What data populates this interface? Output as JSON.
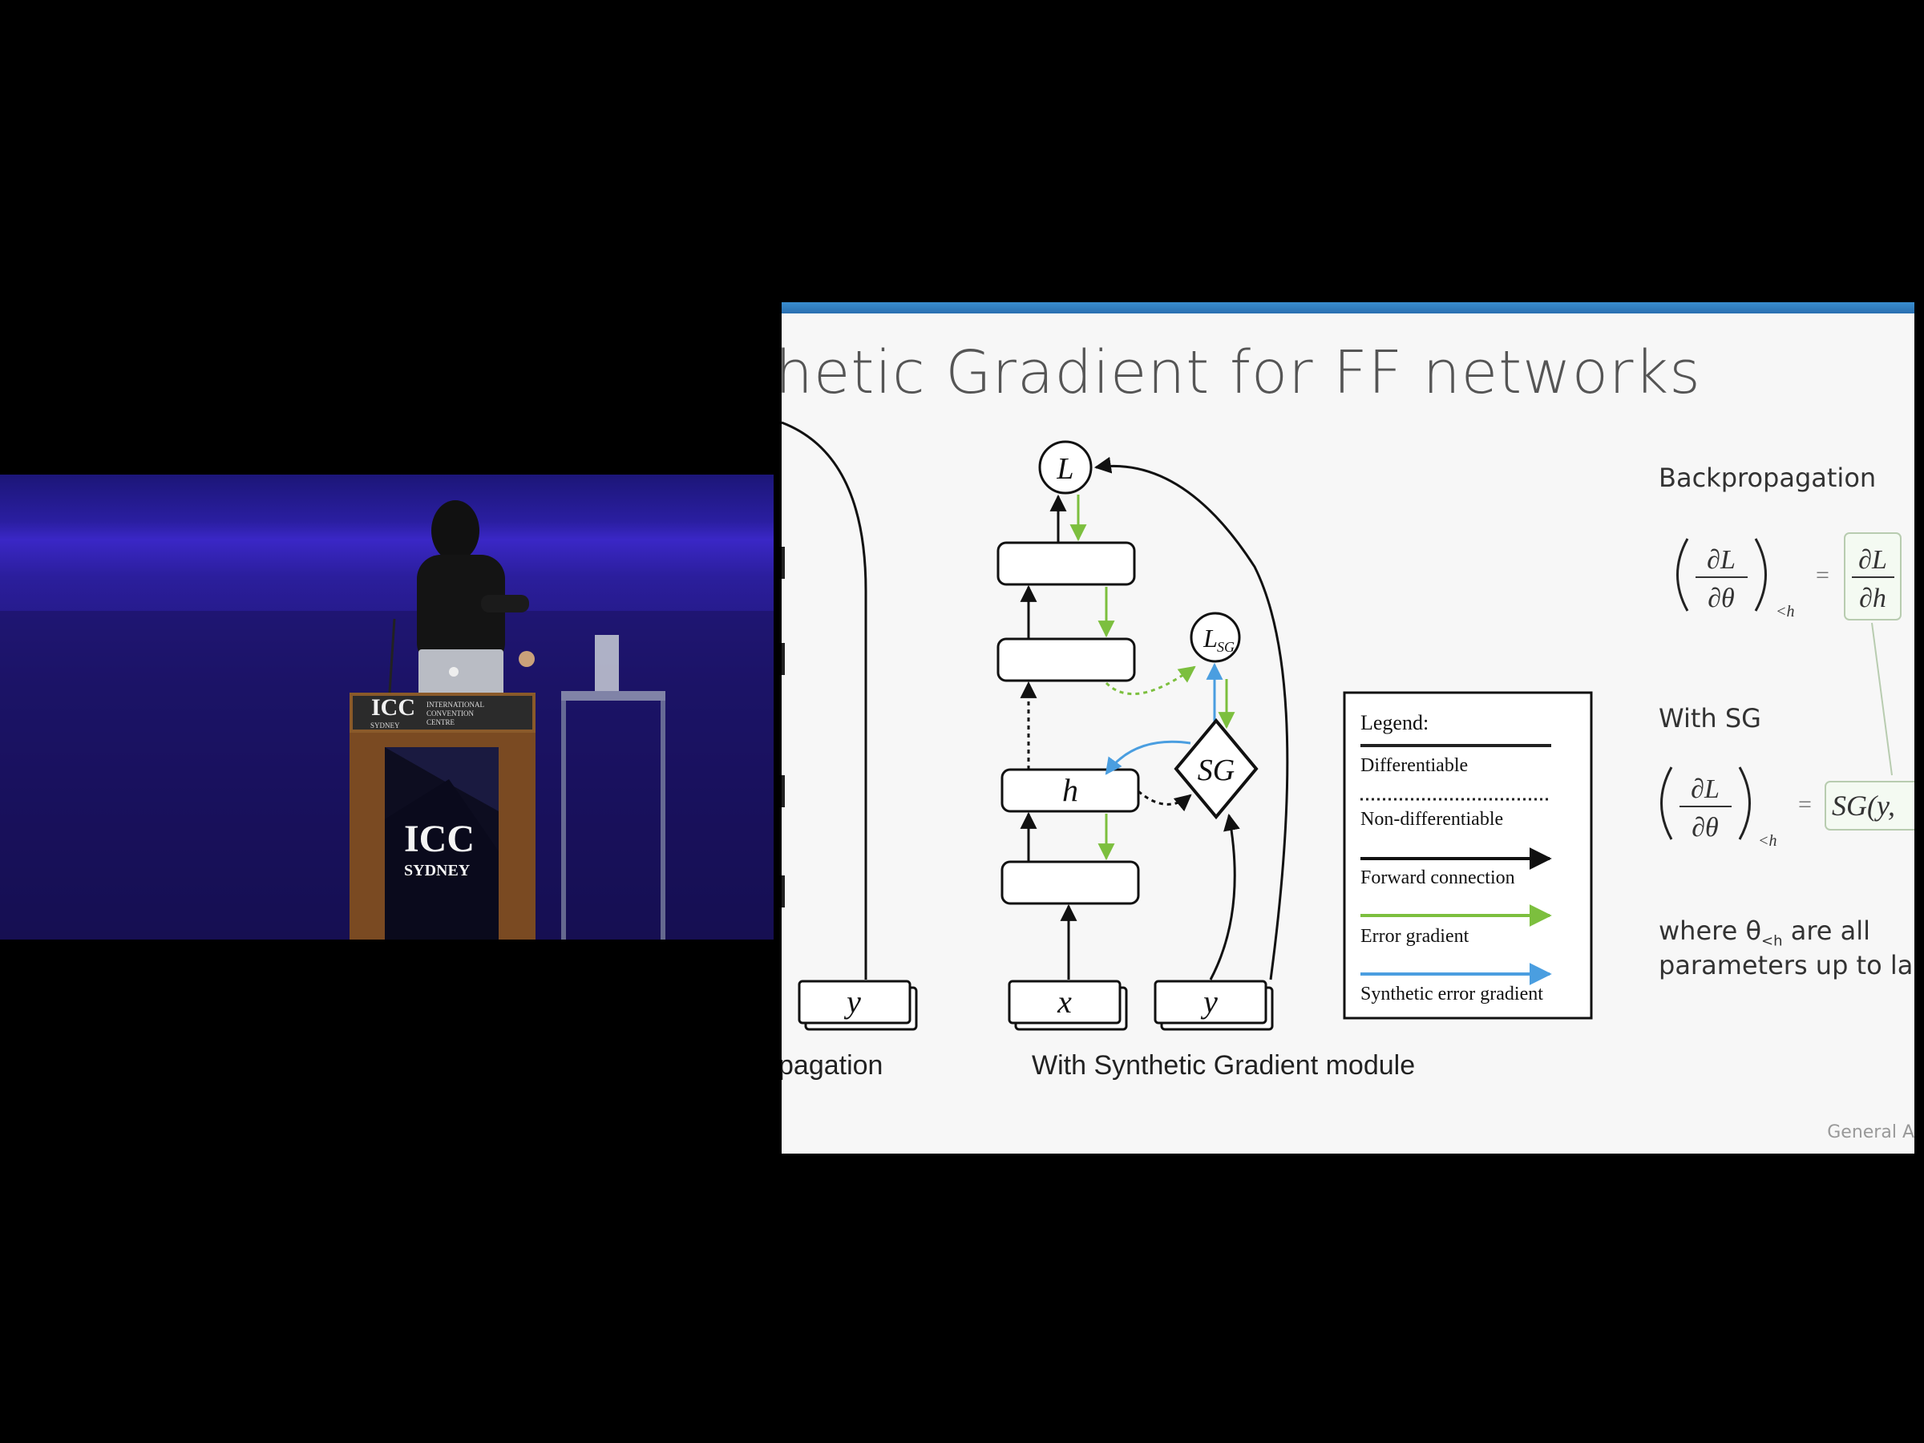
{
  "stage": {
    "lectern_logo": "ICC",
    "lectern_logo_city": "SYDNEY",
    "lectern_sign": [
      "INTERNATIONAL",
      "CONVENTION",
      "CENTRE"
    ],
    "lectern_screen_logo": "ICC",
    "lectern_screen_city": "SYDNEY"
  },
  "slide": {
    "title": "hetic Gradient for FF networks",
    "diagram": {
      "nodes": {
        "loss": "L",
        "hidden": "h",
        "input": "x",
        "label": "y",
        "left_label": "y",
        "sg_loss": "L",
        "sg_loss_sub": "SG",
        "sg_module": "SG"
      },
      "legend": {
        "title": "Legend:",
        "items": [
          {
            "label": "Differentiable",
            "style": "solid",
            "color": "#222222"
          },
          {
            "label": "Non-differentiable",
            "style": "dotted",
            "color": "#222222"
          },
          {
            "label": "Forward connection",
            "style": "arrow",
            "color": "#000000"
          },
          {
            "label": "Error gradient",
            "style": "arrow",
            "color": "#7cbf3e"
          },
          {
            "label": "Synthetic error gradient",
            "style": "arrow",
            "color": "#4a9ee0"
          }
        ]
      }
    },
    "captions": {
      "left": "pagation",
      "middle": "With Synthetic Gradient module"
    },
    "side": {
      "backprop_heading": "Backpropagation",
      "with_sg_heading": "With SG",
      "where_line1": "where θ",
      "where_sub": "<h",
      "where_line1_rest": "are all",
      "where_line2": "parameters up to la"
    },
    "footer": "General A"
  }
}
